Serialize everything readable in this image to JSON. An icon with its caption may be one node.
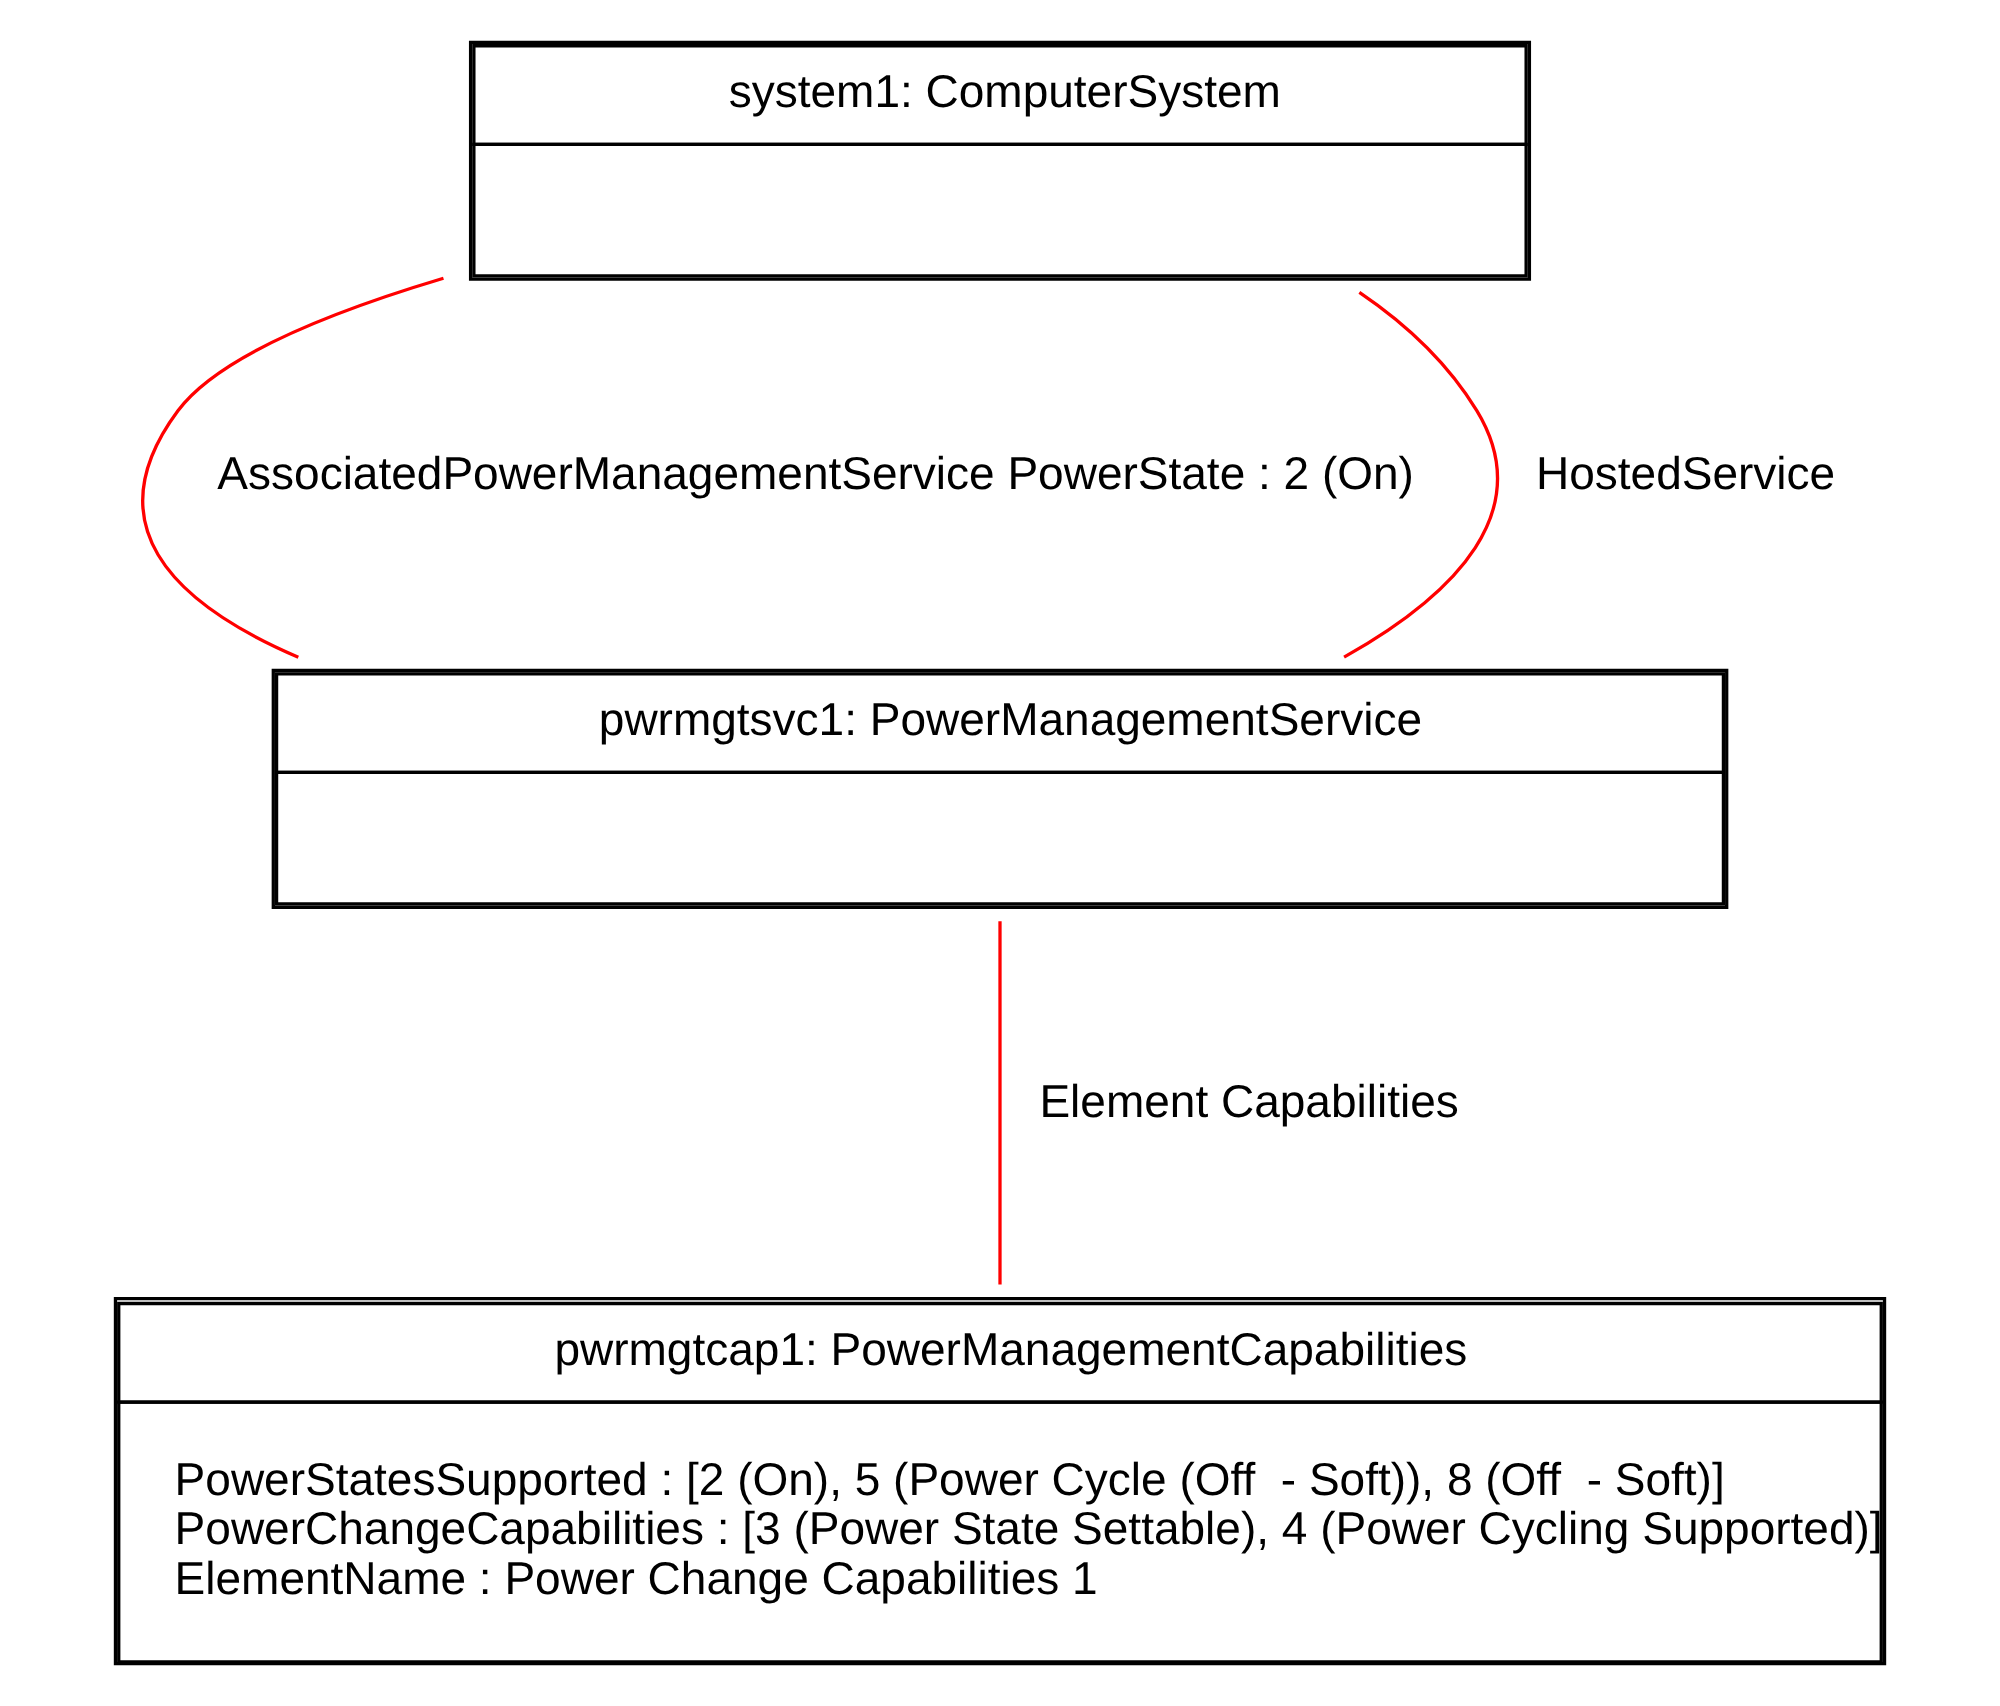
{
  "diagram": {
    "nodes": [
      {
        "text": [
          "system1: ComputerSystem"
        ]
      },
      {
        "text": [
          "pwrmgtsvc1: PowerManagementService"
        ]
      },
      {
        "text": [
          "pwrmgtcap1: PowerManagementCapabilities",
          "PowerStatesSupported : [2 (On), 5 (Power Cycle (Off  - Soft)), 8 (Off  - Soft)]",
          "PowerChangeCapabilities : [3 (Power State Settable), 4 (Power Cycling Supported)]",
          "ElementName : Power Change Capabilities 1"
        ]
      }
    ],
    "edges": [
      {
        "from": 0,
        "to": 1,
        "arrow": "none",
        "label": "AssociatedPowerManagementService PowerState : 2 (On)"
      },
      {
        "from": 0,
        "to": 1,
        "arrow": "none",
        "label": "HostedService"
      },
      {
        "from": 1,
        "to": 2,
        "arrow": "none",
        "label": "Element Capabilities"
      }
    ]
  }
}
